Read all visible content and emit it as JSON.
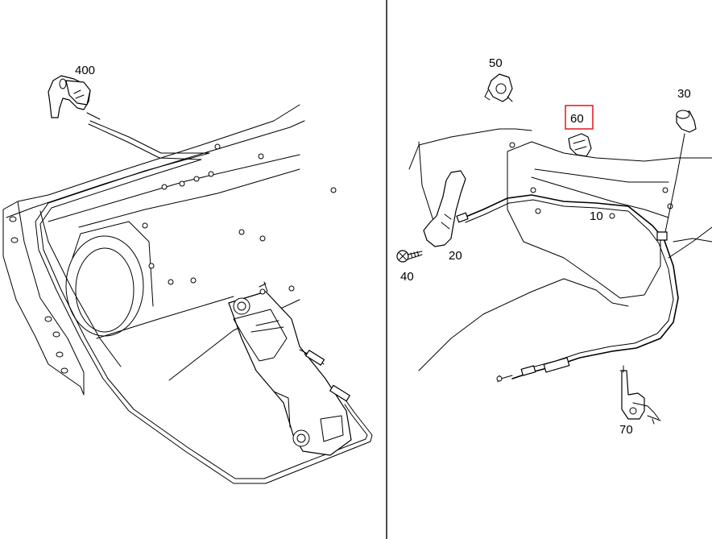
{
  "parts": [
    {
      "id": "p400",
      "number": "400"
    },
    {
      "id": "p50",
      "number": "50"
    },
    {
      "id": "p60",
      "number": "60",
      "highlighted": true
    },
    {
      "id": "p30",
      "number": "30"
    },
    {
      "id": "p10",
      "number": "10"
    },
    {
      "id": "p20",
      "number": "20"
    },
    {
      "id": "p40",
      "number": "40"
    },
    {
      "id": "p70",
      "number": "70"
    }
  ],
  "colors": {
    "line": "#000000",
    "background": "#ffffff",
    "highlight": "#e0252b"
  }
}
